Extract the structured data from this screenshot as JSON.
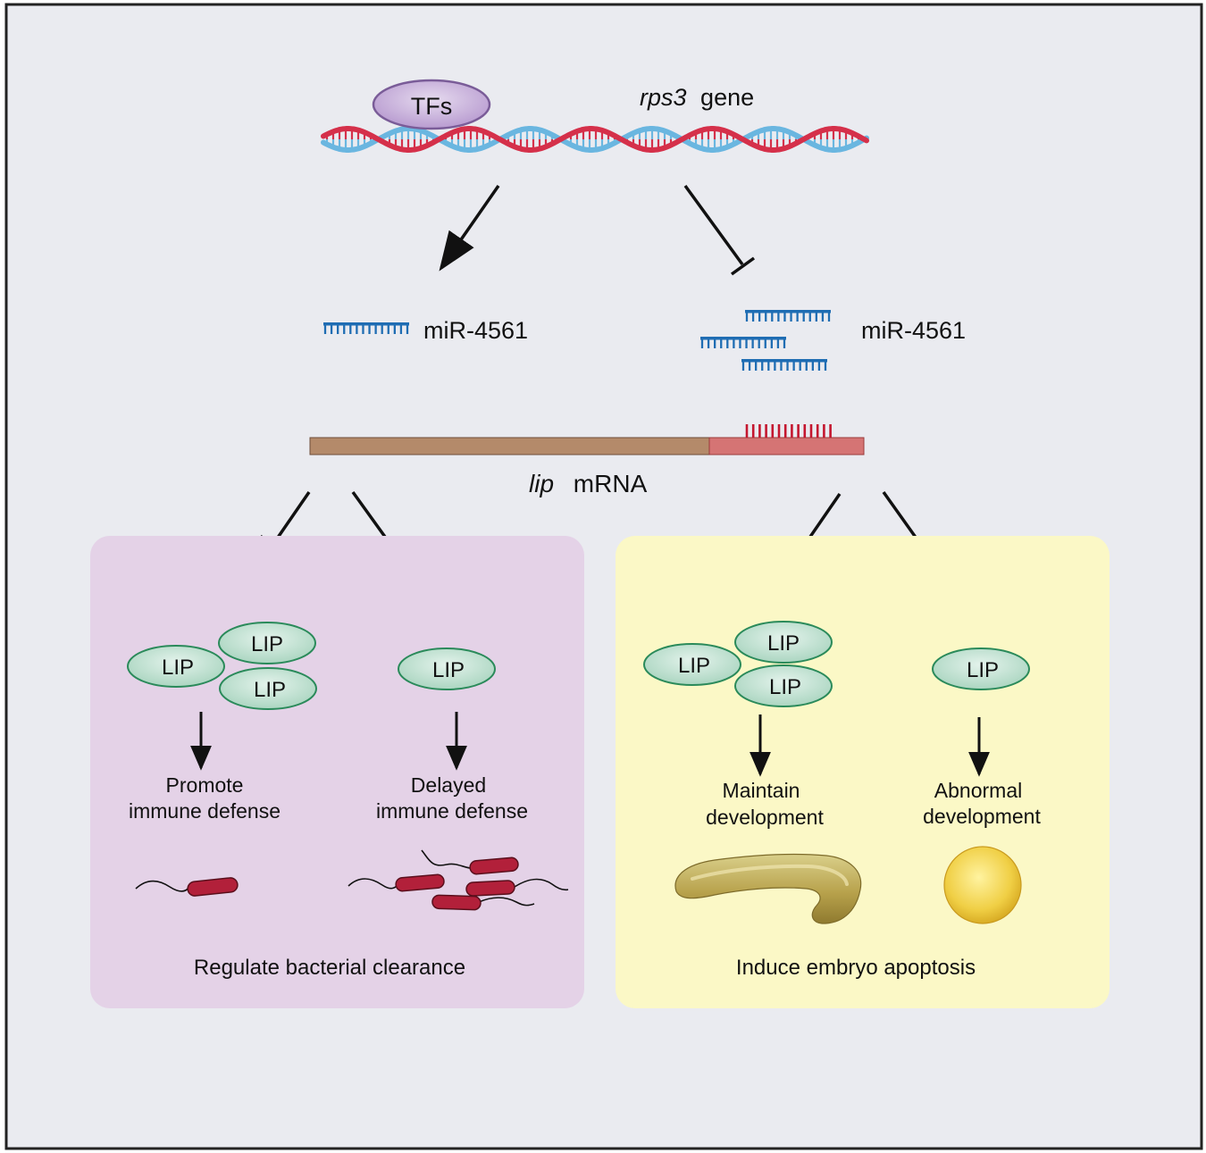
{
  "gene": {
    "tf_label": "TFs",
    "gene_name": "rps3",
    "gene_word": "gene"
  },
  "mirna": {
    "left_label": "miR-4561",
    "right_label": "miR-4561"
  },
  "mrna": {
    "name": "lip",
    "word": "mRNA"
  },
  "immune_panel": {
    "proteins_many": [
      "LIP",
      "LIP",
      "LIP"
    ],
    "protein_single": "LIP",
    "left_outcome": [
      "Promote",
      "immune defense"
    ],
    "right_outcome": [
      "Delayed",
      "immune defense"
    ],
    "caption": "Regulate bacterial clearance"
  },
  "embryo_panel": {
    "proteins_many": [
      "LIP",
      "LIP",
      "LIP"
    ],
    "protein_single": "LIP",
    "left_outcome": [
      "Maintain",
      "development"
    ],
    "right_outcome": [
      "Abnormal",
      "development"
    ],
    "caption": "Induce embryo apoptosis"
  },
  "colors": {
    "background": "#eaebf0",
    "dna_red": "#d5304a",
    "dna_blue": "#6ab6e0",
    "mirna_blue": "#1f6db3",
    "tf_fill": "#c9b4dd",
    "mrna_brown": "#b48a6a",
    "mrna_seed": "#d57474",
    "immune_panel": "#e4d2e7",
    "embryo_panel": "#fbf8c6",
    "lip_fill": "#bfe2d2",
    "lip_stroke": "#2a8a5a",
    "bacteria": "#b2203a"
  }
}
